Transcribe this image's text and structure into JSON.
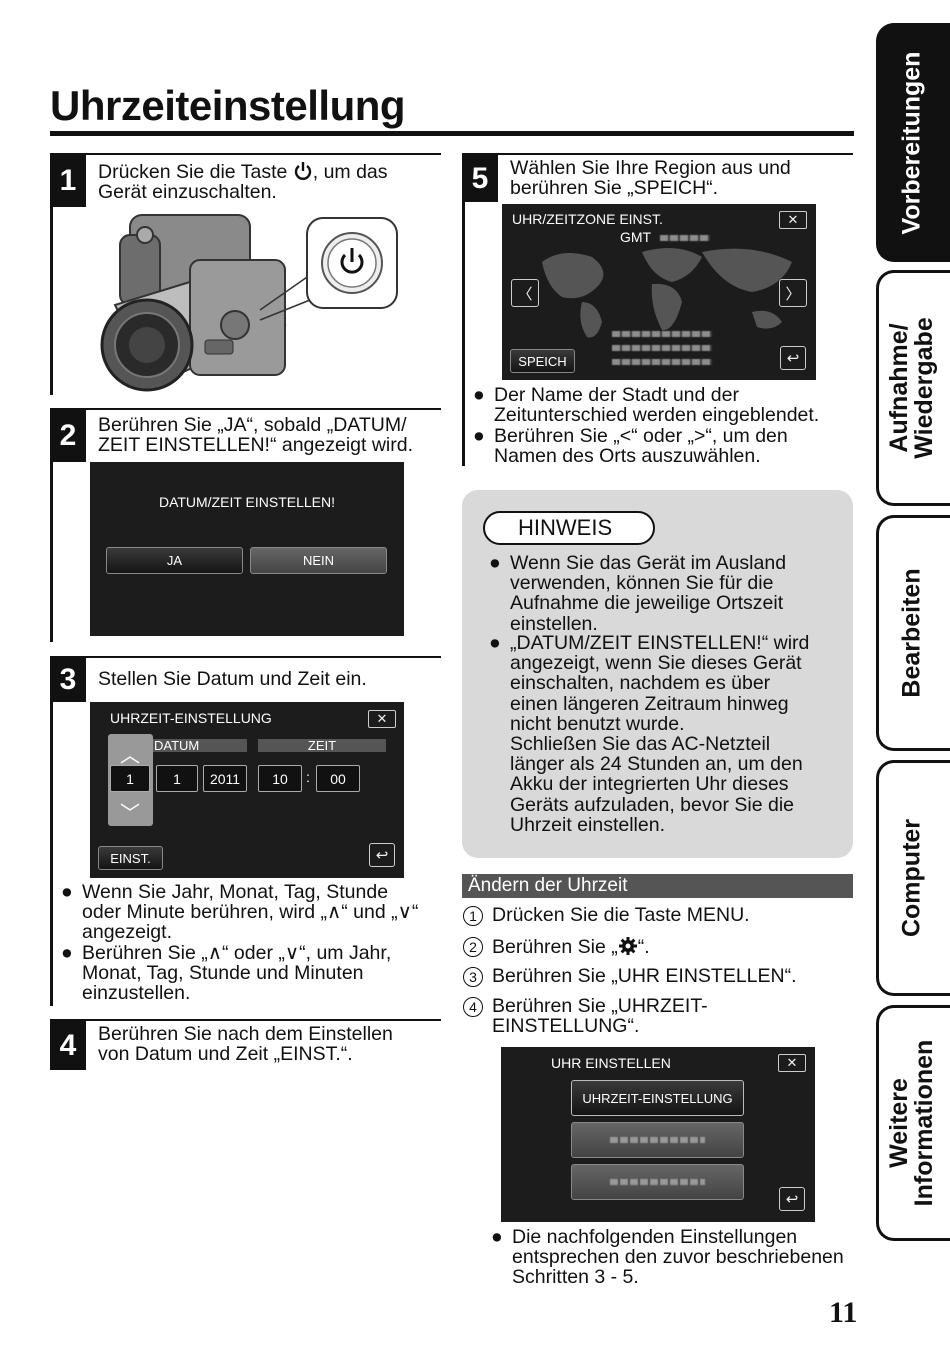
{
  "page": {
    "title": "Uhrzeiteinstellung",
    "page_number": "11"
  },
  "steps": {
    "s1": {
      "num": "1",
      "text_a": "Drücken Sie die Taste ",
      "text_b": ", um das",
      "text_c": "Gerät einzuschalten."
    },
    "s2": {
      "num": "2",
      "text": "Berühren Sie „JA“, sobald „DATUM/\nZEIT EINSTELLEN!“ angezeigt wird.",
      "screen_title": "DATUM/ZEIT EINSTELLEN!",
      "btn_yes": "JA",
      "btn_no": "NEIN"
    },
    "s3": {
      "num": "3",
      "text": "Stellen Sie Datum und Zeit ein.",
      "screen_title": "UHRZEIT-EINSTELLUNG",
      "col_date": "DATUM",
      "col_time": "ZEIT",
      "day": "1",
      "month": "1",
      "year": "2011",
      "hour": "10",
      "sep": ":",
      "minute": "00",
      "btn_set": "EINST.",
      "bullet1": "Wenn Sie Jahr, Monat, Tag, Stunde\noder Minute berühren, wird „∧“ und „∨“\nangezeigt.",
      "bullet2": "Berühren Sie „∧“ oder „∨“, um Jahr,\nMonat, Tag, Stunde und Minuten\neinzustellen."
    },
    "s4": {
      "num": "4",
      "text": "Berühren Sie nach dem Einstellen\nvon Datum und Zeit „EINST.“."
    },
    "s5": {
      "num": "5",
      "text": "Wählen Sie Ihre Region aus und\nberühren Sie „SPEICH“.",
      "screen_title": "UHR/ZEITZONE EINST.",
      "gmt": "GMT",
      "btn_save": "SPEICH",
      "bullet1": "Der Name der Stadt und der\nZeitunterschied werden eingeblendet.",
      "bullet2": "Berühren Sie „<“ oder „>“, um den\nNamen des Orts auszuwählen."
    }
  },
  "hint": {
    "label": "HINWEIS",
    "bullet1": "Wenn Sie das Gerät im Ausland\nverwenden, können Sie für die\nAufnahme die jeweilige Ortszeit\neinstellen.",
    "bullet2": "„DATUM/ZEIT EINSTELLEN!“ wird\nangezeigt, wenn Sie dieses Gerät\neinschalten, nachdem es über\neinen längeren Zeitraum hinweg\nnicht benutzt wurde.\nSchließen Sie das AC-Netzteil\nlänger als 24 Stunden an, um den\nAkku der integrierten Uhr dieses\nGeräts aufzuladen, bevor Sie die\nUhrzeit einstellen."
  },
  "change_clock": {
    "heading": "Ändern der Uhrzeit",
    "items": [
      {
        "n": "1",
        "text": "Drücken Sie die Taste MENU."
      },
      {
        "n": "2",
        "text_a": "Berühren Sie „",
        "text_b": "“."
      },
      {
        "n": "3",
        "text": "Berühren Sie „UHR EINSTELLEN“."
      },
      {
        "n": "4",
        "text": "Berühren Sie „UHRZEIT-\nEINSTELLUNG“."
      }
    ],
    "screen_title": "UHR EINSTELLEN",
    "menu_item": "UHRZEIT-EINSTELLUNG",
    "bullet": "Die nachfolgenden Einstellungen\nentsprechen den zuvor beschriebenen\nSchritten 3 - 5."
  },
  "side_tabs": [
    "Vorbereitungen",
    "Aufnahme/\nWiedergabe",
    "Bearbeiten",
    "Computer",
    "Weitere\nInformationen"
  ],
  "icons": {
    "power": "power-icon",
    "gear": "gear-icon",
    "close": "close-icon",
    "back": "back-icon",
    "up": "chevron-up-icon",
    "down": "chevron-down-icon",
    "left": "chevron-left-icon",
    "right": "chevron-right-icon"
  }
}
